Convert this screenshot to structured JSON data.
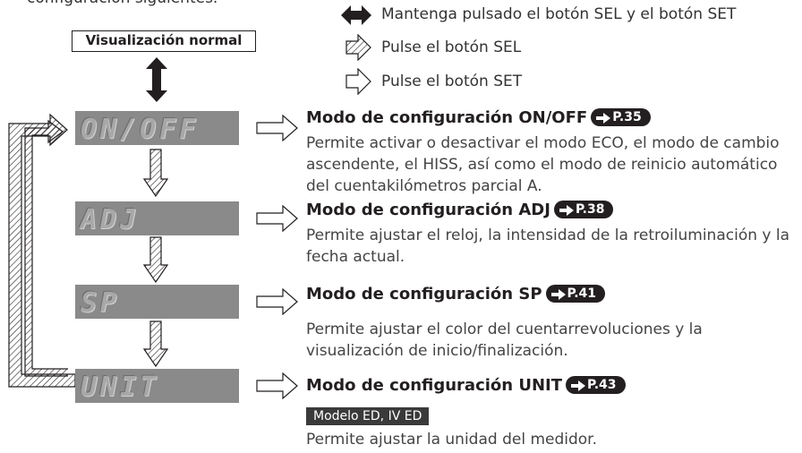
{
  "intro_text": "configuración siguientes.",
  "normal_display_label": "Visualización normal",
  "legend": [
    {
      "icon": "double-arrow-icon",
      "text": "Mantenga pulsado el botón SEL y el botón SET"
    },
    {
      "icon": "hatched-arrow-icon",
      "text": "Pulse el botón SEL"
    },
    {
      "icon": "outline-arrow-icon",
      "text": "Pulse el botón SET"
    }
  ],
  "lcd_displays": [
    "ON/OFF",
    "ADJ",
    "SP",
    "UNIT"
  ],
  "modes": [
    {
      "title": "Modo de configuración ON/OFF",
      "ref": "P.35",
      "desc": "Permite activar o desactivar el modo ECO, el modo de cambio ascendente, el HISS, así como el modo de reinicio automático del cuentakilómetros parcial A."
    },
    {
      "title": "Modo de configuración ADJ",
      "ref": "P.38",
      "desc": "Permite ajustar el reloj, la intensidad de la retroiluminación y la fecha actual."
    },
    {
      "title": "Modo de configuración SP",
      "ref": "P.41",
      "desc": "Permite ajustar el color del cuentarrevoluciones y la visualización de inicio/finalización."
    },
    {
      "title": "Modo de configuración UNIT",
      "ref": "P.43",
      "model": "Modelo ED, IV ED",
      "desc": "Permite ajustar la unidad del medidor."
    }
  ],
  "colors": {
    "text": "#231f20",
    "lcd_bg": "#8a8a8a",
    "badge_bg": "#3a3a3a"
  }
}
